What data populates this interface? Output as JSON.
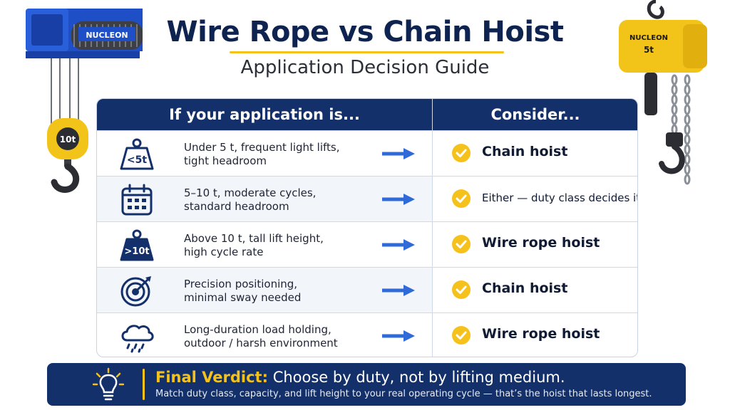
{
  "header": {
    "title": "Wire Rope vs Chain Hoist",
    "subtitle": "Application Decision Guide"
  },
  "illustrations": {
    "left_brand": "NUCLEON",
    "left_tag": "10t",
    "right_brand": "NUCLEON",
    "right_tag": "5t"
  },
  "table": {
    "col_left": "If your application is...",
    "col_right": "Consider...",
    "rows": [
      {
        "icon": "weight-under-5t-icon",
        "icon_text": "<5t",
        "line1": "Under 5 t, frequent light lifts,",
        "line2": "tight headroom",
        "verdict": "Chain hoist"
      },
      {
        "icon": "calendar-icon",
        "icon_text": "",
        "line1": "5–10 t, moderate cycles,",
        "line2": "standard headroom",
        "verdict": "Either — duty class decides it"
      },
      {
        "icon": "weight-over-10t-icon",
        "icon_text": ">10t",
        "line1": "Above 10 t, tall lift height,",
        "line2": "high cycle rate",
        "verdict": "Wire rope hoist"
      },
      {
        "icon": "target-icon",
        "icon_text": "",
        "line1": "Precision positioning,",
        "line2": "minimal sway needed",
        "verdict": "Chain hoist"
      },
      {
        "icon": "storm-cloud-icon",
        "icon_text": "",
        "line1": "Long-duration load holding,",
        "line2": "outdoor / harsh environment",
        "verdict": "Wire rope hoist"
      }
    ]
  },
  "banner": {
    "label": "Final Verdict:",
    "headline": "Choose by duty, not by lifting medium.",
    "detail": "Match duty class, capacity, and lift height to your real operating cycle — that’s the hoist that lasts longest."
  },
  "colors": {
    "navy": "#13306b",
    "accent_yellow": "#f4c21a",
    "arrow_blue": "#2f6ad8",
    "hoist_blue": "#1f4fc7"
  }
}
